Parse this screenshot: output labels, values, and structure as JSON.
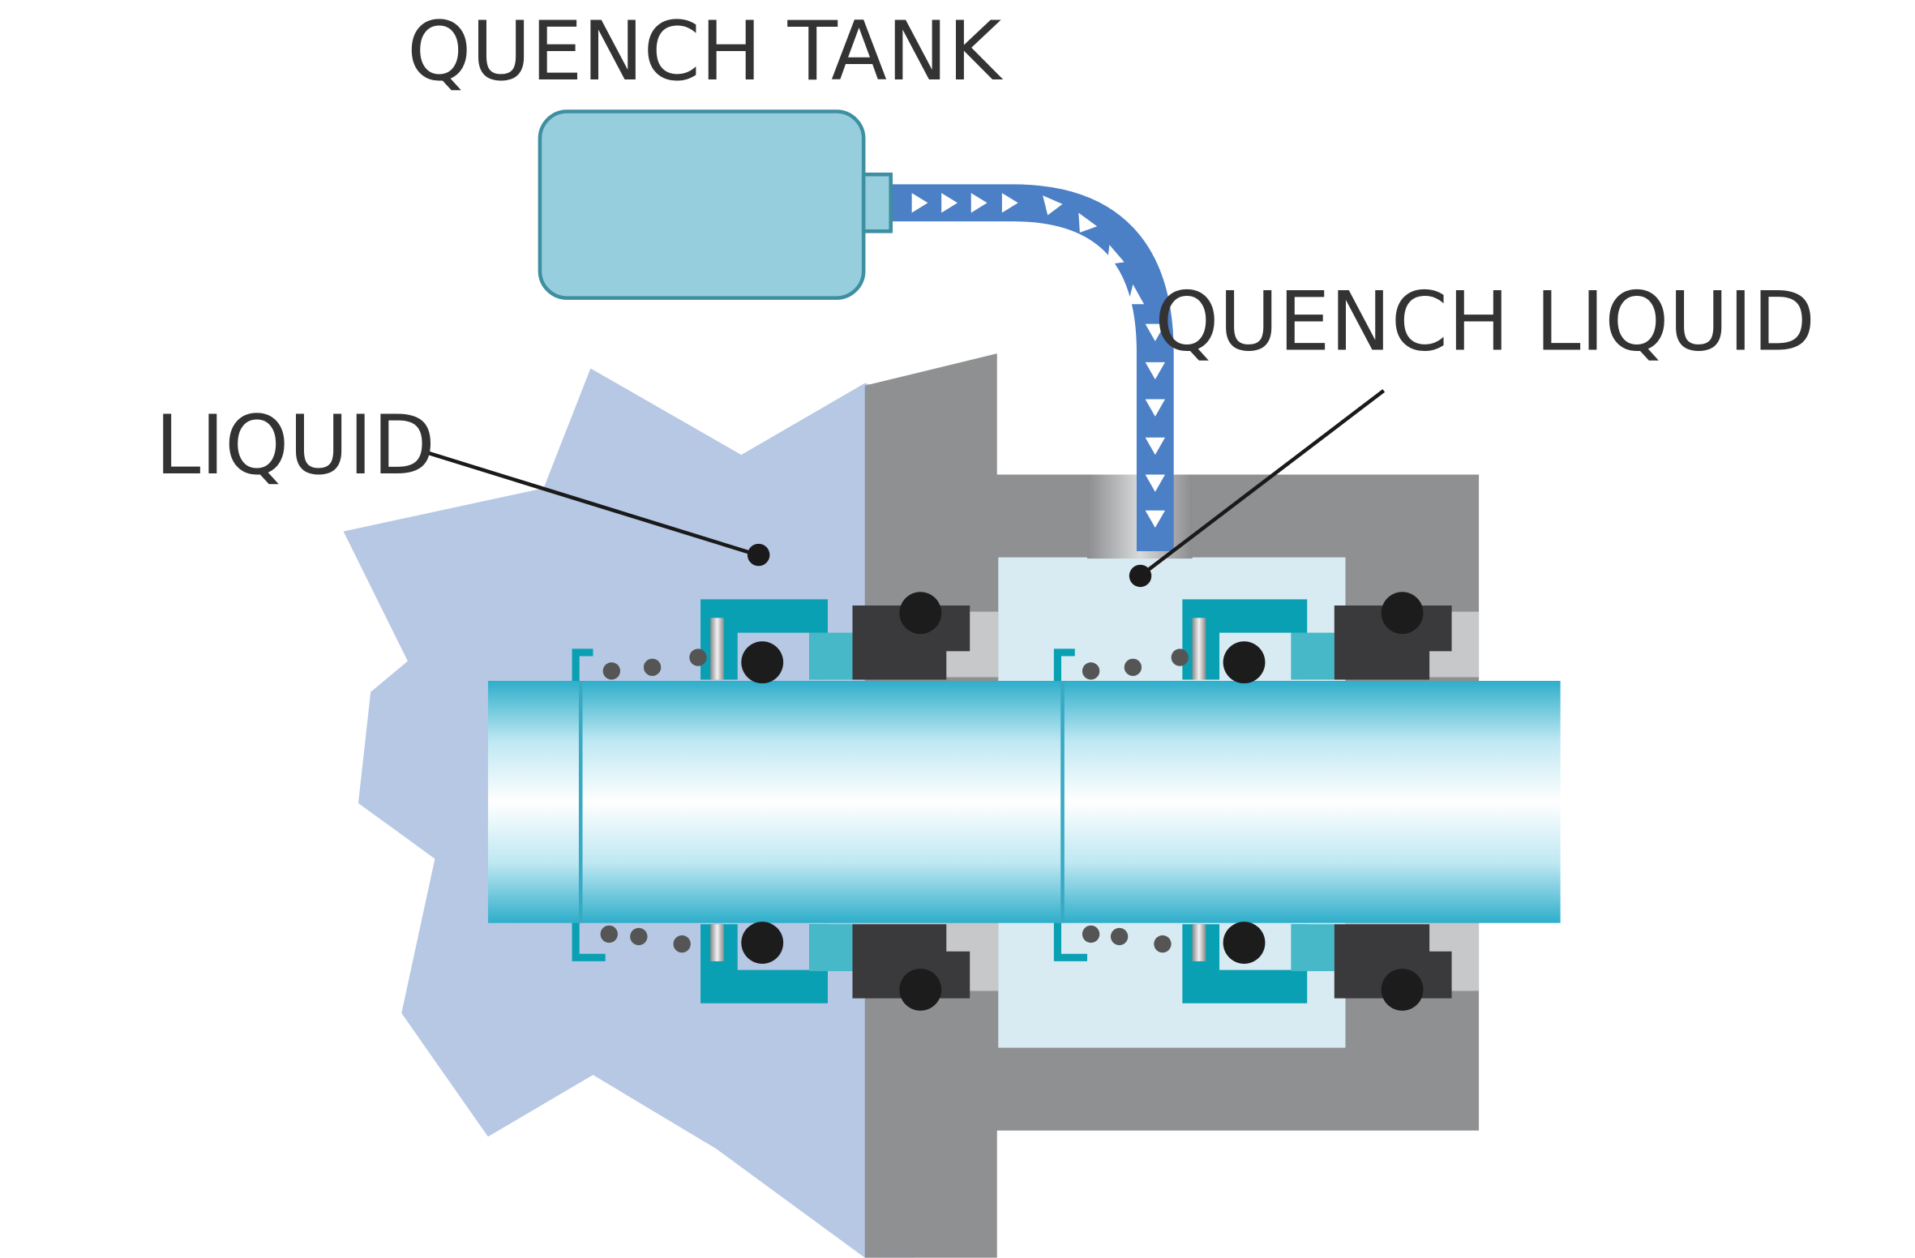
{
  "labels": {
    "tank": "QUENCH TANK",
    "quench_liquid": "QUENCH LIQUID",
    "liquid": "LIQUID"
  },
  "colors": {
    "liquid": "#b6c8e4",
    "housing": "#8f9092",
    "housing_inner": "#c6c8ca",
    "quench_chamber": "#d9ebf2",
    "tank": "#97cedd",
    "pipe": "#4b7fc6",
    "seal_teal": "#0aa0b3",
    "seal_light_teal": "#46b8c8",
    "oring": "#1c1c1c",
    "dark_block": "#3a3a3c",
    "shaft": "#3cb6d0",
    "callout": "#1a1a1a"
  },
  "icons": {
    "flow_arrow": "triangle-arrow-icon",
    "callout_dot": "dot-icon"
  }
}
